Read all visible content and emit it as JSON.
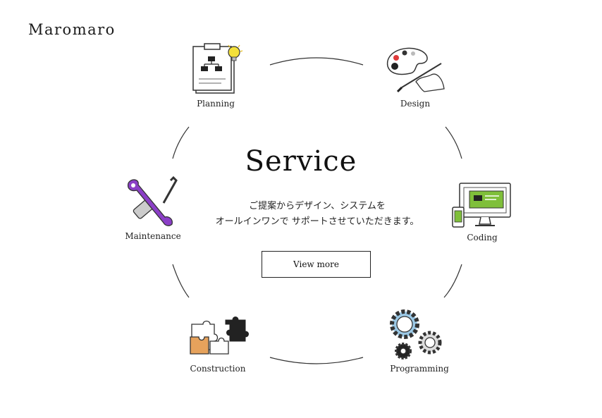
{
  "brand": {
    "name": "Maromaro"
  },
  "section": {
    "title": "Service",
    "description_line1": "ご提案からデザイン、システムを",
    "description_line2": "オールインワンで サポートさせていただきます。",
    "cta_label": "View more"
  },
  "services": {
    "planning": {
      "label": "Planning",
      "icon": "planning-icon"
    },
    "design": {
      "label": "Design",
      "icon": "design-icon"
    },
    "coding": {
      "label": "Coding",
      "icon": "coding-icon"
    },
    "programming": {
      "label": "Programming",
      "icon": "programming-icon"
    },
    "construction": {
      "label": "Construction",
      "icon": "construction-icon"
    },
    "maintenance": {
      "label": "Maintenance",
      "icon": "maintenance-icon"
    }
  },
  "colors": {
    "purple": "#8b3fc7",
    "green": "#7fbf3a",
    "orange": "#e6a25c",
    "gear_blue": "#9cc9e6",
    "bulb": "#f3e03a",
    "palette_red": "#e03a3a"
  }
}
